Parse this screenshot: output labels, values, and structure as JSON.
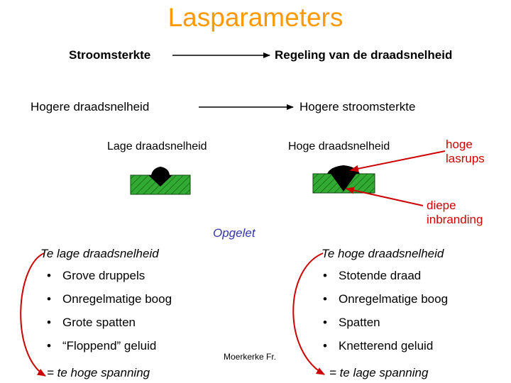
{
  "title": "Lasparameters",
  "row1": {
    "left": "Stroomsterkte",
    "right": "Regeling van de draadsnelheid"
  },
  "row2": {
    "left": "Hogere draadsnelheid",
    "right": "Hogere stroomsterkte"
  },
  "low_label": "Lage draadsnelheid",
  "high_label": "Hoge draadsnelheid",
  "callout_high": "hoge\nlasrups",
  "callout_deep": "diepe\ninbranding",
  "attention": "Opgelet",
  "left_col": {
    "heading": "Te lage draadsnelheid",
    "items": [
      "Grove druppels",
      "Onregelmatige boog",
      "Grote spatten",
      "“Floppend” geluid"
    ],
    "conclusion": "= te hoge spanning"
  },
  "right_col": {
    "heading": "Te hoge draadsnelheid",
    "items": [
      "Stotende draad",
      "Onregelmatige boog",
      "Spatten",
      "Knetterend geluid"
    ],
    "conclusion": "= te lage spanning"
  },
  "credit": "Moerkerke Fr.",
  "colors": {
    "title": "#ff9900",
    "accent": "#cc0000",
    "plate": "#33aa33",
    "attention": "#3333aa"
  }
}
